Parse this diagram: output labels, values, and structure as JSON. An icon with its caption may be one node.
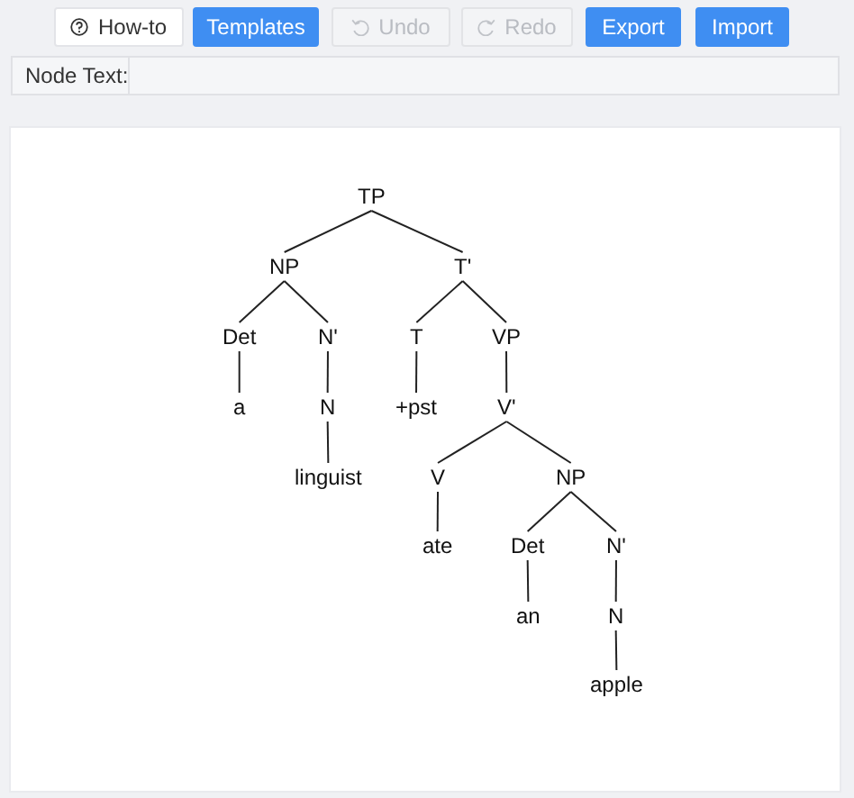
{
  "diagram": {
    "nodes": [
      {
        "text": [
          "TP"
        ]
      },
      {
        "text": [
          "NP"
        ]
      },
      {
        "text": [
          "T'"
        ]
      },
      {
        "text": [
          "Det"
        ]
      },
      {
        "text": [
          "N'"
        ]
      },
      {
        "text": [
          "T"
        ]
      },
      {
        "text": [
          "VP"
        ]
      },
      {
        "text": [
          "a"
        ]
      },
      {
        "text": [
          "N"
        ]
      },
      {
        "text": [
          "+pst"
        ]
      },
      {
        "text": [
          "V'"
        ]
      },
      {
        "text": [
          "linguist"
        ]
      },
      {
        "text": [
          "V"
        ]
      },
      {
        "text": [
          "NP"
        ]
      },
      {
        "text": [
          "ate"
        ]
      },
      {
        "text": [
          "Det"
        ]
      },
      {
        "text": [
          "N'"
        ]
      },
      {
        "text": [
          "an"
        ]
      },
      {
        "text": [
          "N"
        ]
      },
      {
        "text": [
          "apple"
        ]
      }
    ],
    "edges": [
      {
        "from": 0,
        "to": 1,
        "arrow": "none"
      },
      {
        "from": 0,
        "to": 2,
        "arrow": "none"
      },
      {
        "from": 1,
        "to": 3,
        "arrow": "none"
      },
      {
        "from": 1,
        "to": 4,
        "arrow": "none"
      },
      {
        "from": 2,
        "to": 5,
        "arrow": "none"
      },
      {
        "from": 2,
        "to": 6,
        "arrow": "none"
      },
      {
        "from": 3,
        "to": 7,
        "arrow": "none"
      },
      {
        "from": 4,
        "to": 8,
        "arrow": "none"
      },
      {
        "from": 5,
        "to": 9,
        "arrow": "none"
      },
      {
        "from": 6,
        "to": 10,
        "arrow": "none"
      },
      {
        "from": 8,
        "to": 11,
        "arrow": "none"
      },
      {
        "from": 10,
        "to": 12,
        "arrow": "none"
      },
      {
        "from": 10,
        "to": 13,
        "arrow": "none"
      },
      {
        "from": 12,
        "to": 14,
        "arrow": "none"
      },
      {
        "from": 13,
        "to": 15,
        "arrow": "none"
      },
      {
        "from": 13,
        "to": 16,
        "arrow": "none"
      },
      {
        "from": 15,
        "to": 17,
        "arrow": "none"
      },
      {
        "from": 16,
        "to": 18,
        "arrow": "none"
      },
      {
        "from": 18,
        "to": 19,
        "arrow": "none"
      }
    ],
    "labels": [
      "How-to",
      "Templates",
      "Undo",
      "Redo",
      "Export",
      "Import",
      "Node Text:"
    ]
  }
}
